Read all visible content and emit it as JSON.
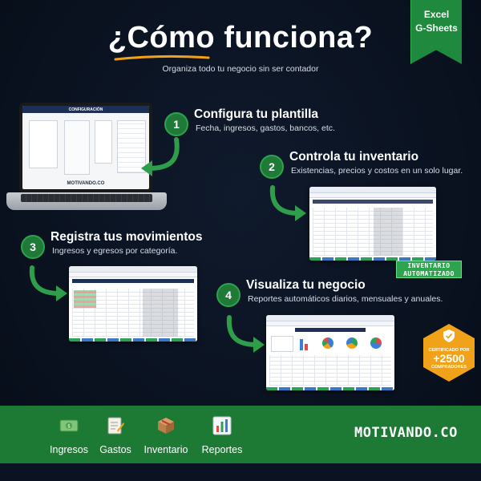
{
  "ribbon": {
    "line1": "Excel",
    "line2": "G-Sheets"
  },
  "header": {
    "title": "¿Cómo funciona?",
    "subtitle": "Organiza todo tu negocio sin ser contador"
  },
  "steps": [
    {
      "number": "1",
      "title": "Configura tu plantilla",
      "desc": "Fecha, ingresos, gastos, bancos, etc."
    },
    {
      "number": "2",
      "title": "Controla tu inventario",
      "desc": "Existencias, precios y costos en un solo lugar."
    },
    {
      "number": "3",
      "title": "Registra tus movimientos",
      "desc": "Ingresos y egresos por categoría."
    },
    {
      "number": "4",
      "title": "Visualiza tu negocio",
      "desc": "Reportes automáticos diarios, mensuales y anuales."
    }
  ],
  "laptop": {
    "screen_title": "CONFIGURACIÓN",
    "brand": "MOTIVANDO.CO"
  },
  "badge": {
    "line1": "INVENTARIO",
    "line2": "AUTOMATIZADO"
  },
  "certified": {
    "label": "CERTIFICADO POR",
    "count": "+2500",
    "buyers": "COMPRADORES"
  },
  "footer": {
    "categories": [
      {
        "label": "Ingresos",
        "icon": "money-icon"
      },
      {
        "label": "Gastos",
        "icon": "notepad-icon"
      },
      {
        "label": "Inventario",
        "icon": "box-icon"
      },
      {
        "label": "Reportes",
        "icon": "chart-icon"
      }
    ],
    "brand": "MOTIVANDO.CO"
  },
  "colors": {
    "green": "#1d7a35",
    "accent_orange": "#f2a218",
    "navy": "#0a1220"
  }
}
